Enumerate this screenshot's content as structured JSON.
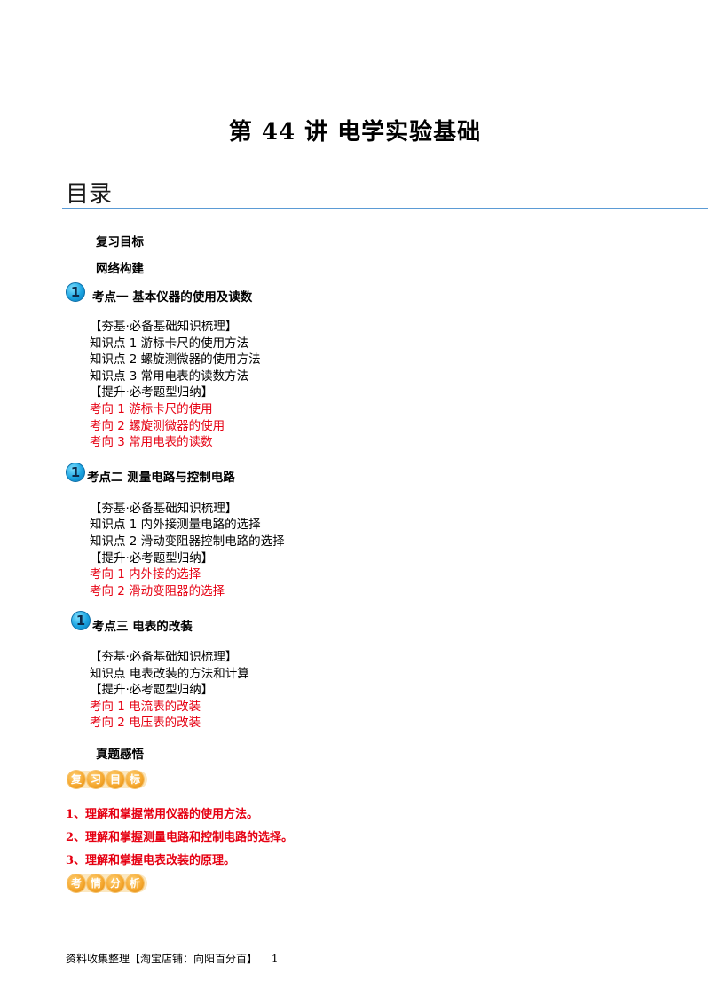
{
  "title": "第 44 讲  电学实验基础",
  "toc": {
    "heading": "目录",
    "review_goals": "复习目标",
    "network": "网络构建",
    "section1": {
      "badge": "1",
      "title": "考点一    基本仪器的使用及读数",
      "foundation": "【夯基·必备基础知识梳理】",
      "points": [
        "知识点 1  游标卡尺的使用方法",
        "知识点 2  螺旋测微器的使用方法",
        "知识点 3  常用电表的读数方法"
      ],
      "improve": "【提升·必考题型归纳】",
      "directions": [
        "考向 1  游标卡尺的使用",
        "考向 2  螺旋测微器的使用",
        "考向 3  常用电表的读数"
      ]
    },
    "section2": {
      "badge": "1",
      "title": "考点二    测量电路与控制电路",
      "foundation": "【夯基·必备基础知识梳理】",
      "points": [
        "知识点 1  内外接测量电路的选择",
        "知识点 2  滑动变阻器控制电路的选择"
      ],
      "improve": "【提升·必考题型归纳】",
      "directions": [
        "考向 1  内外接的选择",
        "考向 2  滑动变阻器的选择"
      ]
    },
    "section3": {
      "badge": "1",
      "title": "考点三    电表的改装",
      "foundation": "【夯基·必备基础知识梳理】",
      "points": [
        "知识点  电表改装的方法和计算"
      ],
      "improve": "【提升·必考题型归纳】",
      "directions": [
        "考向 1  电流表的改装",
        "考向 2  电压表的改装"
      ]
    },
    "real_exam": "真题感悟"
  },
  "goals_tag": [
    "复",
    "习",
    "目",
    "标"
  ],
  "goals": [
    "1、理解和掌握常用仪器的使用方法。",
    "2、理解和掌握测量电路和控制电路的选择。",
    "3、理解和掌握电表改装的原理。"
  ],
  "analysis_tag": [
    "考",
    "情",
    "分",
    "析"
  ],
  "footer": {
    "text": "资料收集整理【淘宝店铺：向阳百分百】",
    "page": "1"
  }
}
